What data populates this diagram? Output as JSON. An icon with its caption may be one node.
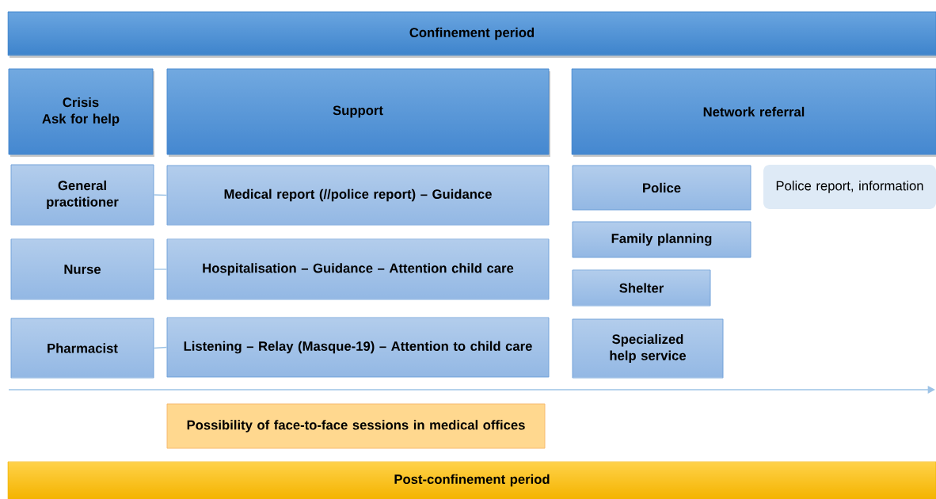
{
  "diagram": {
    "nodes": [
      {
        "text": [
          "Confinement period"
        ]
      },
      {
        "text": [
          "Crisis",
          "Ask for help"
        ]
      },
      {
        "text": [
          "Support"
        ]
      },
      {
        "text": [
          "Network referral"
        ]
      },
      {
        "text": [
          "General practitioner"
        ]
      },
      {
        "text": [
          "Medical report (//police report) – Guidance"
        ]
      },
      {
        "text": [
          "Nurse"
        ]
      },
      {
        "text": [
          "Hospitalisation – Guidance – Attention child care"
        ]
      },
      {
        "text": [
          "Pharmacist"
        ]
      },
      {
        "text": [
          "Listening – Relay (Masque-19) – Attention to child care"
        ]
      },
      {
        "text": [
          "Police"
        ]
      },
      {
        "text": [
          "Police report, information"
        ]
      },
      {
        "text": [
          "Family planning"
        ]
      },
      {
        "text": [
          "Shelter"
        ]
      },
      {
        "text": [
          "Specialized help service"
        ]
      },
      {
        "text": [
          "Possibility of face-to-face sessions in medical offices"
        ]
      },
      {
        "text": [
          "Post-confinement period"
        ]
      }
    ],
    "edges": [
      {
        "from": 4,
        "to": 5,
        "arrow": "none"
      },
      {
        "from": 6,
        "to": 7,
        "arrow": "none"
      },
      {
        "from": 8,
        "to": 9,
        "arrow": "none"
      }
    ]
  }
}
